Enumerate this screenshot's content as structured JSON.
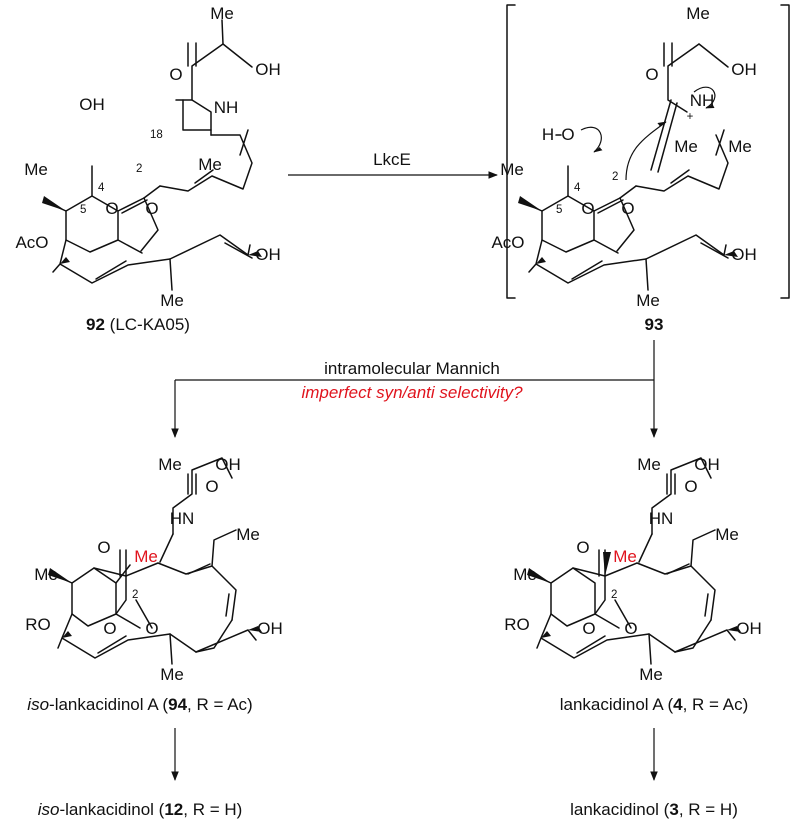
{
  "reagent": "LkcE",
  "compounds": {
    "c92": {
      "number": "92",
      "tag": " (LC-KA05)"
    },
    "c93": {
      "number": "93"
    },
    "c94": {
      "prefix": "iso",
      "name": "-lankacidinol A (",
      "number": "94",
      "suffix": ", R = Ac)"
    },
    "c4": {
      "name": "lankacidinol A (",
      "number": "4",
      "suffix": ", R = Ac)"
    },
    "c12": {
      "prefix": "iso",
      "name": "-lankacidinol (",
      "number": "12",
      "suffix": ", R = H)"
    },
    "c3": {
      "name": "lankacidinol (",
      "number": "3",
      "suffix": ", R = H)"
    }
  },
  "mannich": {
    "label": "intramolecular Mannich",
    "note": "imperfect syn/anti selectivity?"
  },
  "labels": {
    "me": "Me",
    "oh": "OH",
    "o": "O",
    "nh": "NH",
    "hn": "HN",
    "h": "H",
    "aco": "AcO",
    "ro": "RO",
    "plus": "+",
    "n2": "2",
    "n4": "4",
    "n5": "5",
    "n18": "18"
  },
  "colors": {
    "accent": "#e0141e",
    "ink": "#111111"
  }
}
